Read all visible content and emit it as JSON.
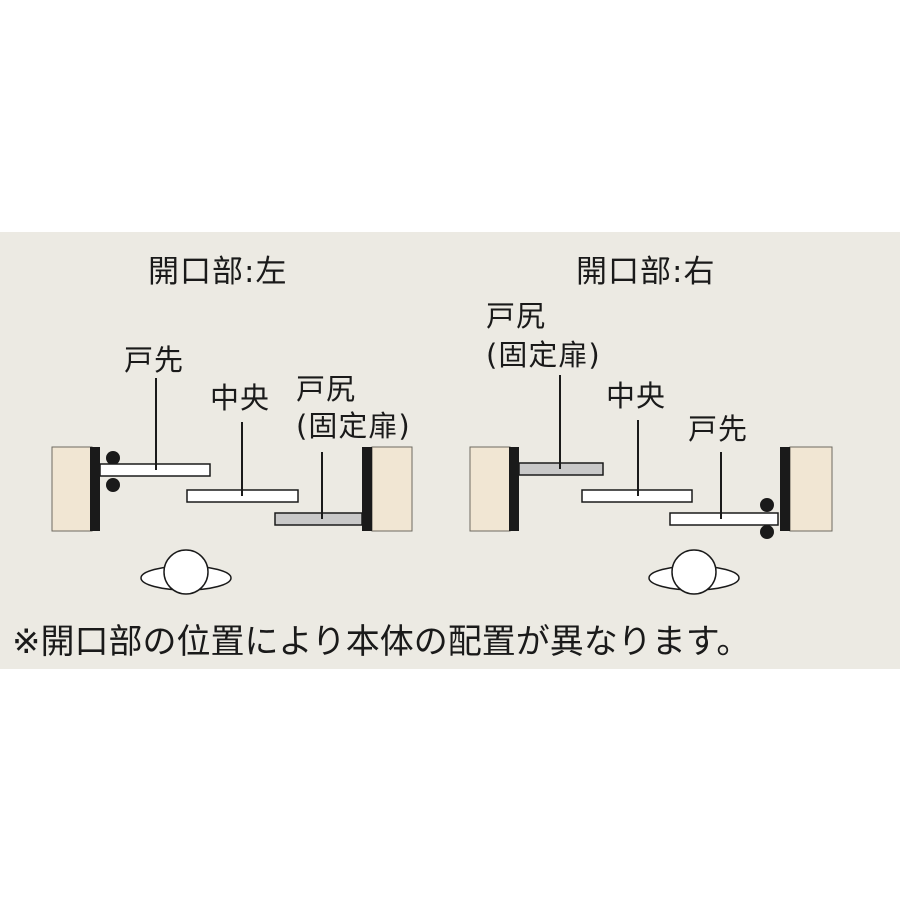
{
  "left_diagram": {
    "title": "開口部:左",
    "label_door_tip": "戸先",
    "label_center": "中央",
    "label_door_end": "戸尻",
    "label_fixed_door": "(固定扉)"
  },
  "right_diagram": {
    "title": "開口部:右",
    "label_door_end": "戸尻",
    "label_fixed_door": "(固定扉)",
    "label_center": "中央",
    "label_door_tip": "戸先"
  },
  "footnote": "※開口部の位置により本体の配置が異なります。",
  "colors": {
    "panel_bg": "#eceae3",
    "wall_fill": "#f1e6d3",
    "frame_dark": "#1a1a1a",
    "fixed_door_fill": "#c8c8c8"
  }
}
